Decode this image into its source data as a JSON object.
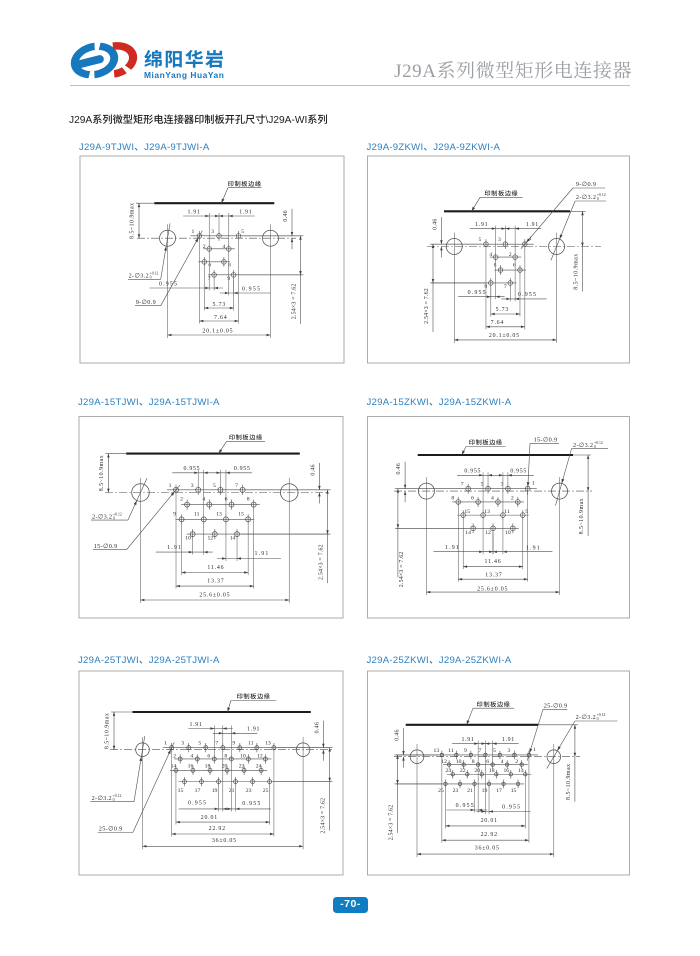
{
  "header": {
    "logo_cn": "绵阳华岩",
    "logo_en": "MianYang HuaYan",
    "doc_title": "J29A系列微型矩形电连接器"
  },
  "section_title": "J29A系列微型矩形电连接器印制板开孔尺寸\\J29A-WI系列",
  "footer": {
    "page_number": "-70-"
  },
  "colors": {
    "accent_blue": "#1878be",
    "logo_red": "#d02b20",
    "title_gray": "#9a9ea3",
    "panel_title_blue": "#2e80c0",
    "footer_badge_blue": "#0e7dc2"
  },
  "panels": [
    {
      "title": "J29A-9TJWI、J29A-9TJWI-A",
      "edge_label": "印制板边缘",
      "hole_label": "9-∅0.9",
      "mount_label": "2-∅3.2",
      "mount_tol_sup": "+0.12",
      "mount_tol_sub": "0",
      "pin_rows": [
        [
          "1",
          "3",
          "5"
        ],
        [
          "2",
          "4"
        ],
        [
          "6",
          "8"
        ],
        [
          "7",
          "9"
        ]
      ],
      "dims": {
        "top": [
          "1.91",
          "1.91"
        ],
        "bottom": [
          "0.955",
          "0.955",
          "5.73",
          "7.64",
          "20.1±0.05"
        ],
        "row_offset": "0.46",
        "row_pitch": "2.54×3 = 7.62",
        "edge_distance": "8.5~10.9max"
      }
    },
    {
      "title": "J29A-9ZKWI、J29A-9ZKWI-A",
      "edge_label": "印制板边缘",
      "hole_label": "9-∅0.9",
      "mount_label": "2-∅3.2",
      "mount_tol_sup": "+0.12",
      "mount_tol_sub": "0",
      "pin_rows": [
        [
          "5",
          "3",
          "1"
        ],
        [
          "4",
          "2"
        ],
        [
          "8",
          "6"
        ],
        [
          "9",
          "7"
        ]
      ],
      "dims": {
        "top": [
          "1.91",
          "1.91"
        ],
        "bottom": [
          "0.955",
          "0.955",
          "5.73",
          "7.64",
          "20.1±0.05"
        ],
        "row_offset": "0.46",
        "row_pitch": "2.54×3 = 7.62",
        "edge_distance": "8.5~10.9max"
      }
    },
    {
      "title": "J29A-15TJWI、J29A-15TJWI-A",
      "edge_label": "印制板边缘",
      "hole_label": "15-∅0.9",
      "mount_label": "2-∅3.2",
      "mount_tol_sup": "+0.12",
      "mount_tol_sub": "0",
      "pin_rows": [
        [
          "1",
          "3",
          "5",
          "7"
        ],
        [
          "2",
          "4",
          "6",
          "8"
        ],
        [
          "9",
          "11",
          "13",
          "15"
        ],
        [
          "10",
          "12",
          "14"
        ]
      ],
      "dims": {
        "top": [
          "0.955",
          "0.955"
        ],
        "bottom": [
          "1.91",
          "1.91",
          "11.46",
          "13.37",
          "25.6±0.05"
        ],
        "row_offset": "0.46",
        "row_pitch": "2.54×3 = 7.62",
        "edge_distance": "8.5~10.9max"
      }
    },
    {
      "title": "J29A-15ZKWI、J29A-15ZKWI-A",
      "edge_label": "印制板边缘",
      "hole_label": "15-∅0.9",
      "mount_label": "2-∅3.2",
      "mount_tol_sup": "+0.12",
      "mount_tol_sub": "0",
      "pin_rows": [
        [
          "7",
          "5",
          "3",
          "1"
        ],
        [
          "8",
          "6",
          "4",
          "2"
        ],
        [
          "15",
          "13",
          "11",
          "9"
        ],
        [
          "14",
          "12",
          "10"
        ]
      ],
      "dims": {
        "top": [
          "0.955",
          "0.955"
        ],
        "bottom": [
          "1.91",
          "1.91",
          "11.46",
          "13.37",
          "25.6±0.05"
        ],
        "row_offset": "0.46",
        "row_pitch": "2.54×3 = 7.62",
        "edge_distance": "8.5~10.9max"
      }
    },
    {
      "title": "J29A-25TJWI、J29A-25TJWI-A",
      "edge_label": "印制板边缘",
      "hole_label": "25-∅0.9",
      "mount_label": "2-∅3.2",
      "mount_tol_sup": "+0.12",
      "mount_tol_sub": "0",
      "pin_rows": [
        [
          "1",
          "3",
          "5",
          "7",
          "9",
          "11",
          "13"
        ],
        [
          "2",
          "4",
          "6",
          "8",
          "10",
          "12"
        ],
        [
          "14",
          "16",
          "18",
          "20",
          "22",
          "24"
        ],
        [
          "15",
          "17",
          "19",
          "21",
          "23",
          "25"
        ]
      ],
      "dims": {
        "top": [
          "1.91",
          "1.91"
        ],
        "bottom": [
          "0.955",
          "0.955",
          "20.01",
          "22.92",
          "36±0.05"
        ],
        "row_offset": "0.46",
        "row_pitch": "2.54×3 = 7.62",
        "edge_distance": "8.5~10.9max"
      }
    },
    {
      "title": "J29A-25ZKWI、J29A-25ZKWI-A",
      "edge_label": "印制板边缘",
      "hole_label": "25-∅0.9",
      "mount_label": "2-∅3.2",
      "mount_tol_sup": "+0.12",
      "mount_tol_sub": "0",
      "pin_rows": [
        [
          "13",
          "11",
          "9",
          "7",
          "5",
          "3",
          "1"
        ],
        [
          "12",
          "10",
          "8",
          "6",
          "4",
          "2"
        ],
        [
          "24",
          "22",
          "20",
          "18",
          "16",
          "14"
        ],
        [
          "25",
          "23",
          "21",
          "19",
          "17",
          "15"
        ]
      ],
      "dims": {
        "top": [
          "1.91",
          "1.91"
        ],
        "bottom": [
          "0.955",
          "0.955",
          "20.01",
          "22.92",
          "36±0.05"
        ],
        "row_offset": "0.46",
        "row_pitch": "2.54×3 = 7.62",
        "edge_distance": "8.5~10.9max"
      }
    }
  ]
}
